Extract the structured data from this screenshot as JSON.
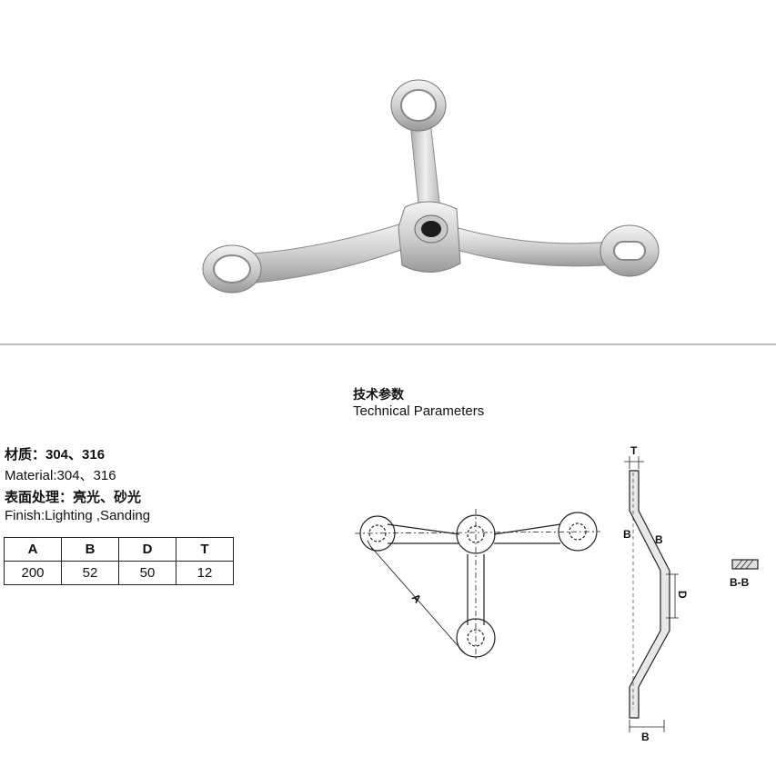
{
  "section_title_cn": "技术参数",
  "section_title_en": "Technical Parameters",
  "specs": {
    "material_cn": "材质：304、316",
    "material_en": "Material:304、316",
    "finish_cn": "表面处理：亮光、砂光",
    "finish_en": "Finish:Lighting ,Sanding"
  },
  "table": {
    "headers": [
      "A",
      "B",
      "D",
      "T"
    ],
    "values": [
      "200",
      "52",
      "50",
      "12"
    ]
  },
  "drawing_labels": {
    "a": "A",
    "t": "T",
    "b": "B",
    "d": "D",
    "section": "B-B"
  }
}
